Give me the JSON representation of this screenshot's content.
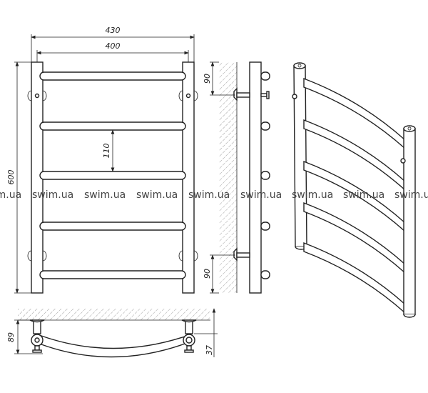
{
  "dimensions": {
    "overall_width": "430",
    "rail_width": "400",
    "height": "600",
    "rung_spacing": "110",
    "bracket_offset_top": "90",
    "bracket_offset_bottom": "90",
    "wall_depth": "89",
    "bracket_depth": "37"
  },
  "watermark": "swim.ua",
  "rung_count": 5,
  "colors": {
    "line": "#222222",
    "background": "#ffffff"
  }
}
